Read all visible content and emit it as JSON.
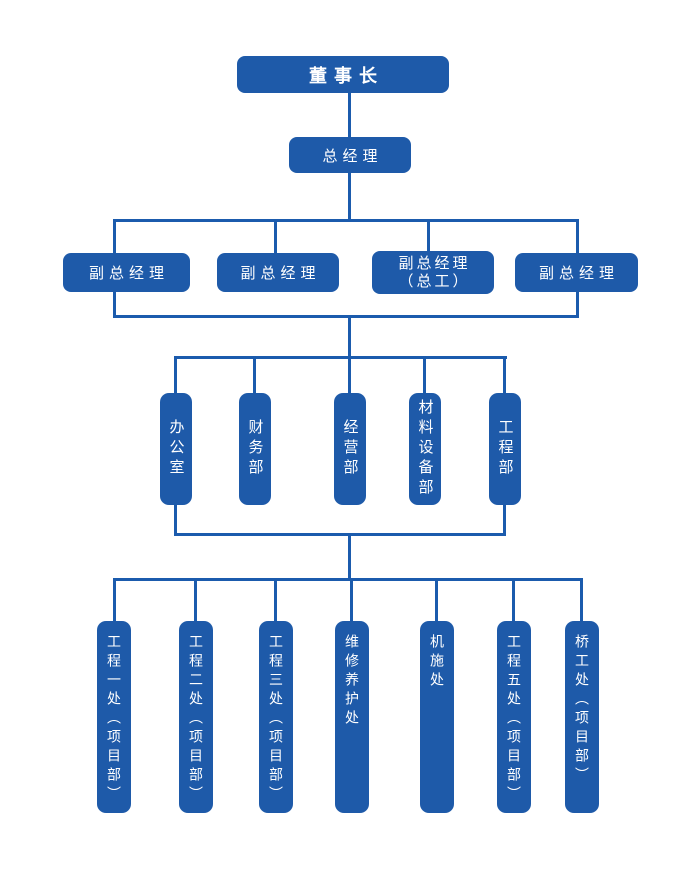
{
  "colors": {
    "box_fill": "#1e5aa9",
    "connector_line": "#1b5bad",
    "box_text": "#ffffff",
    "background": "#ffffff"
  },
  "org": {
    "chairman": "董事长",
    "general_manager": "总经理",
    "deputies": [
      {
        "label": "副总经理"
      },
      {
        "label": "副总经理"
      },
      {
        "label": "副总经理",
        "sublabel": "（总工）"
      },
      {
        "label": "副总经理"
      }
    ],
    "departments": [
      "办公室",
      "财务部",
      "经营部",
      "材料设备部",
      "工程部"
    ],
    "offices": [
      "工程一处（项目部）",
      "工程二处（项目部）",
      "工程三处（项目部）",
      "维修养护处",
      "机施处",
      "工程五处（项目部）",
      "桥工处（项目部）"
    ]
  }
}
